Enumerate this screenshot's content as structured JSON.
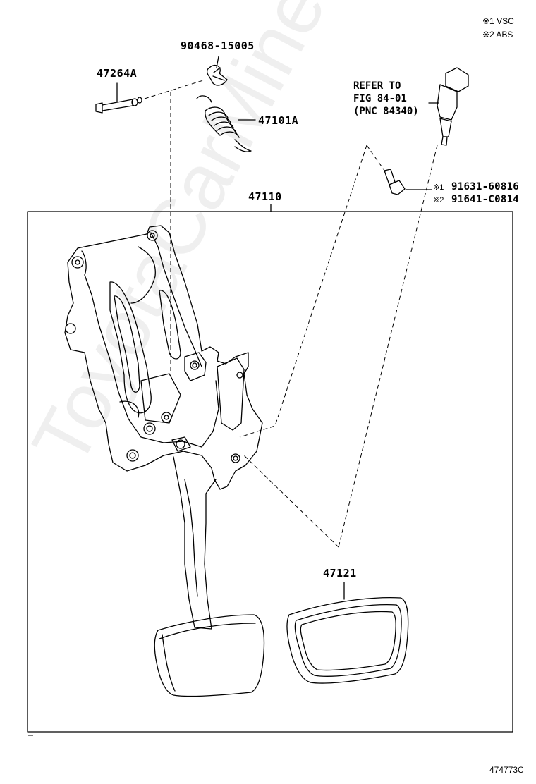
{
  "notes": {
    "note1": "※1 VSC",
    "note2": "※2 ABS"
  },
  "parts": {
    "clip": "90468-15005",
    "pin": "47264A",
    "spring": "47101A",
    "pedal_assembly": "47110",
    "pedal_pad": "47121",
    "bolt_vsc": "91631-60816",
    "bolt_abs": "91641-C0814",
    "bolt_vsc_mark": "※1",
    "bolt_abs_mark": "※2"
  },
  "reference": {
    "line1": "REFER TO",
    "line2": "FIG 84-01",
    "line3": "(PNC 84340)"
  },
  "figure_id": "474773C",
  "watermark": "ToyotaCarMine.ru"
}
